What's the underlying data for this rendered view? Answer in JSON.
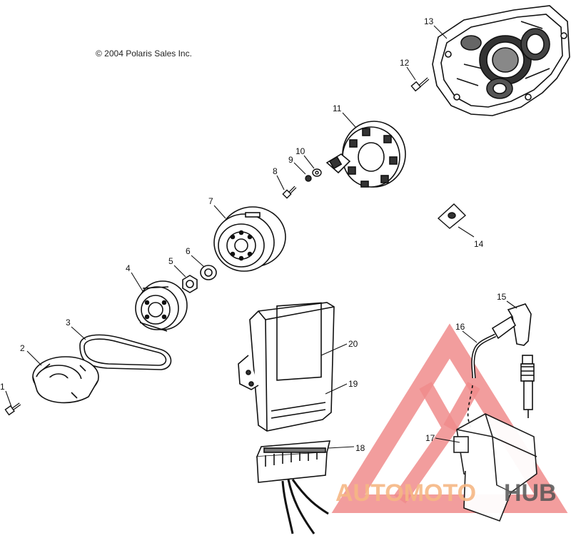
{
  "copyright": "© 2004 Polaris Sales Inc.",
  "watermark": {
    "part1": "AUTOMOTO",
    "part2": "HUB",
    "color_accent": "#f08c8c",
    "color_orange": "#f6b784",
    "color_dark": "#555555"
  },
  "callouts": {
    "c1": "1",
    "c2": "2",
    "c3": "3",
    "c4": "4",
    "c5": "5",
    "c6": "6",
    "c7": "7",
    "c8": "8",
    "c9": "9",
    "c10": "10",
    "c11": "11",
    "c12": "12",
    "c13": "13",
    "c14": "14",
    "c15": "15",
    "c16": "16",
    "c17": "17",
    "c18": "18",
    "c19": "19",
    "c20": "20"
  },
  "parts": [
    {
      "ref": "1",
      "icon": "bolt-icon"
    },
    {
      "ref": "2",
      "icon": "hub-cover-icon"
    },
    {
      "ref": "3",
      "icon": "drive-belt-icon"
    },
    {
      "ref": "4",
      "icon": "pulley-icon"
    },
    {
      "ref": "5",
      "icon": "nut-icon"
    },
    {
      "ref": "6",
      "icon": "washer-icon"
    },
    {
      "ref": "7",
      "icon": "flywheel-icon"
    },
    {
      "ref": "8",
      "icon": "screw-icon"
    },
    {
      "ref": "9",
      "icon": "small-washer-icon"
    },
    {
      "ref": "10",
      "icon": "small-nut-icon"
    },
    {
      "ref": "11",
      "icon": "stator-icon"
    },
    {
      "ref": "12",
      "icon": "bolt-icon"
    },
    {
      "ref": "13",
      "icon": "crankcase-cover-icon"
    },
    {
      "ref": "14",
      "icon": "clip-nut-icon"
    },
    {
      "ref": "15",
      "icon": "spark-plug-cap-icon"
    },
    {
      "ref": "16",
      "icon": "ignition-wire-icon"
    },
    {
      "ref": "17",
      "icon": "ignition-coil-icon"
    },
    {
      "ref": "18",
      "icon": "connector-icon"
    },
    {
      "ref": "19",
      "icon": "label-icon"
    },
    {
      "ref": "20",
      "icon": "cdi-box-icon"
    }
  ]
}
